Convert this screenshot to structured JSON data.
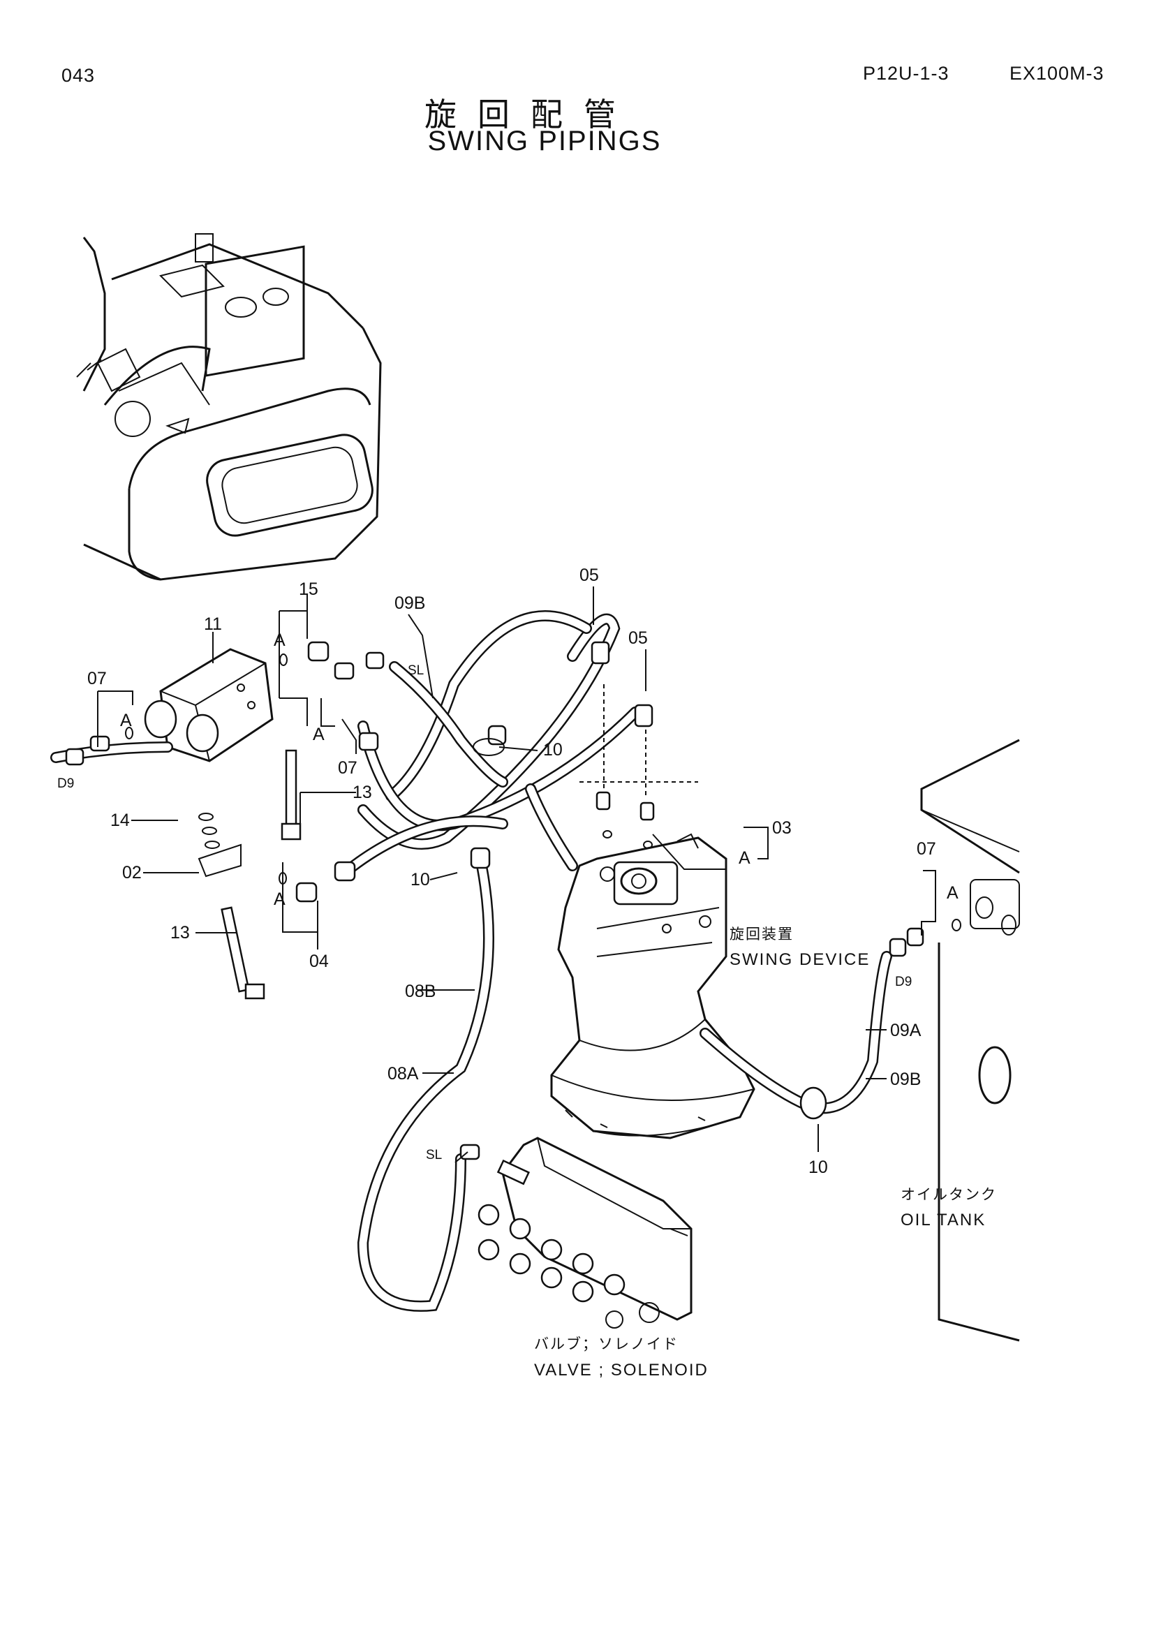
{
  "header": {
    "page_number": "043",
    "reference_code": "P12U-1-3",
    "model": "EX100M-3"
  },
  "title": {
    "japanese": "旋回配管",
    "english": "SWING PIPINGS"
  },
  "part_labels": {
    "p15": "15",
    "p11": "11",
    "p07_left": "07",
    "a_left_top": "A",
    "a_left_mid": "A",
    "d9_left": "D9",
    "a_mid": "A",
    "p07_mid": "07",
    "p09b_top": "09B",
    "sl_top": "SL",
    "p05_a": "05",
    "p05_b": "05",
    "p10_top": "10",
    "p13_top": "13",
    "p14": "14",
    "p02": "02",
    "p13_bottom": "13",
    "a_low": "A",
    "p04": "04",
    "p10_mid": "10",
    "p03": "03",
    "a_right": "A",
    "p08b": "08B",
    "p08a": "08A",
    "p07_right": "07",
    "a_far_right": "A",
    "d9_right": "D9",
    "p09a_right": "09A",
    "p09b_right": "09B",
    "p10_bottom": "10",
    "sl_bottom": "SL"
  },
  "callouts": {
    "swing_device_jp": "旋回装置",
    "swing_device_en": "SWING DEVICE",
    "oil_tank_jp": "オイルタンク",
    "oil_tank_en": "OIL TANK",
    "valve_jp": "バルブ；ソレノイド",
    "valve_en": "VALVE ; SOLENOID"
  }
}
